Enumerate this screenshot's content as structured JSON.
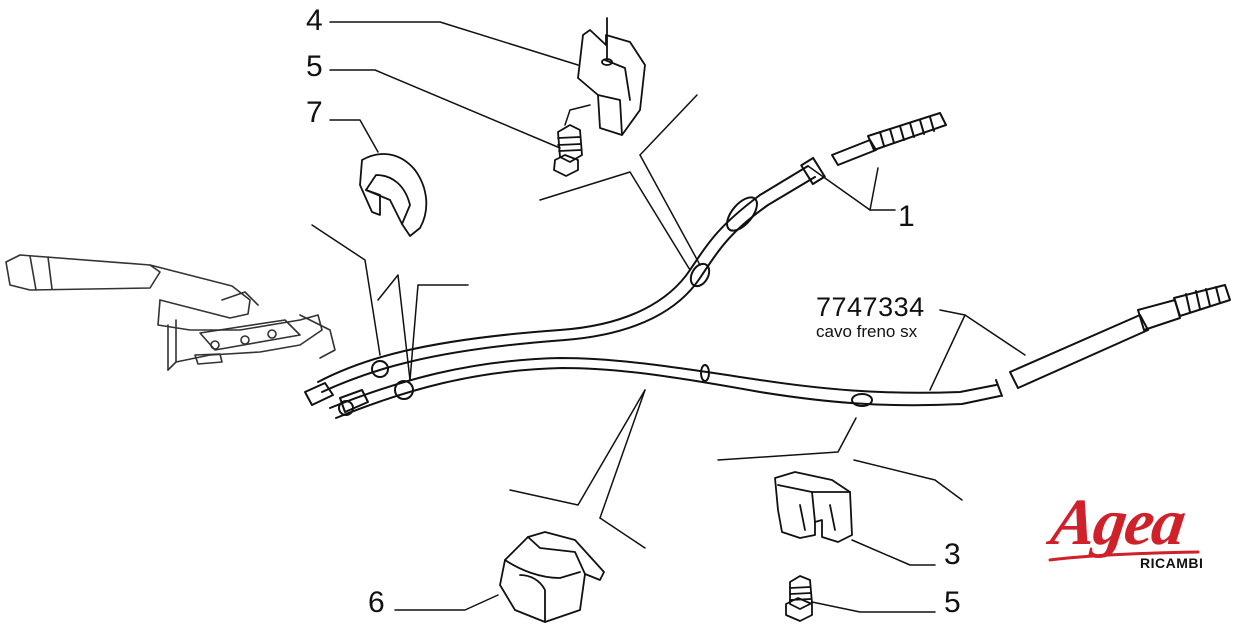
{
  "labels": {
    "l4": "4",
    "l5_top": "5",
    "l7": "7",
    "l1": "1",
    "l3": "3",
    "l5_bottom": "5",
    "l6": "6"
  },
  "part": {
    "number": "7747334",
    "description": "cavo freno sx"
  },
  "logo": {
    "brand": "Agea",
    "sub": "RICAMBI",
    "color": "#d0202a"
  }
}
